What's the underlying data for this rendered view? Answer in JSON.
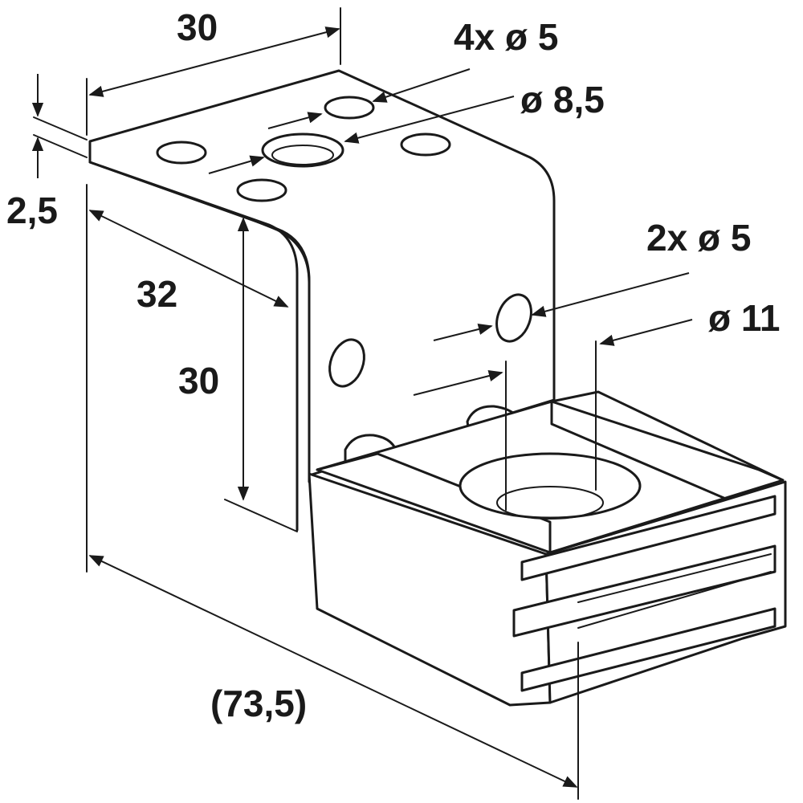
{
  "labels": {
    "top_width": "30",
    "four_holes": "4x ø 5",
    "center_hole": "ø 8,5",
    "thickness": "2,5",
    "depth": "32",
    "height": "30",
    "two_holes": "2x ø 5",
    "nut_hole": "ø 11",
    "overall_length": "(73,5)"
  }
}
